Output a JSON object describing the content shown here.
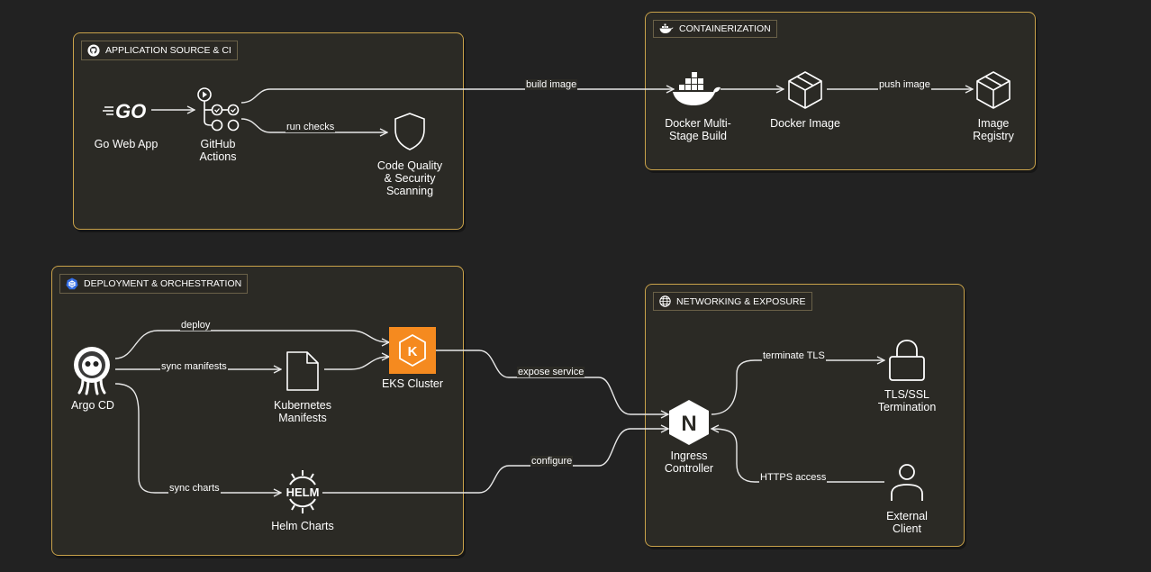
{
  "groups": {
    "app_source": {
      "label": "APPLICATION SOURCE & CI",
      "icon": "github-icon"
    },
    "containerization": {
      "label": "CONTAINERIZATION",
      "icon": "docker-icon"
    },
    "deployment": {
      "label": "DEPLOYMENT & ORCHESTRATION",
      "icon": "kubernetes-icon"
    },
    "networking": {
      "label": "NETWORKING & EXPOSURE",
      "icon": "globe-icon"
    }
  },
  "nodes": {
    "go_app": {
      "label": "Go Web App",
      "logo_text": "GO",
      "icon": "go-logo-icon"
    },
    "github_actions": {
      "label": "GitHub\nActions",
      "icon": "github-actions-icon"
    },
    "code_quality": {
      "label": "Code Quality\n& Security\nScanning",
      "icon": "shield-icon"
    },
    "docker_build": {
      "label": "Docker Multi-\nStage Build",
      "icon": "docker-whale-icon"
    },
    "docker_image": {
      "label": "Docker Image",
      "icon": "cube-icon"
    },
    "image_registry": {
      "label": "Image\nRegistry",
      "icon": "cube-icon"
    },
    "argo_cd": {
      "label": "Argo CD",
      "icon": "argo-octopus-icon"
    },
    "k8s_manifests": {
      "label": "Kubernetes\nManifests",
      "icon": "document-icon"
    },
    "eks": {
      "label": "EKS Cluster",
      "logo_text": "K",
      "icon": "eks-icon"
    },
    "helm": {
      "label": "Helm Charts",
      "logo_text": "HELM",
      "icon": "helm-icon"
    },
    "ingress": {
      "label": "Ingress\nController",
      "logo_text": "N",
      "icon": "nginx-icon"
    },
    "tls": {
      "label": "TLS/SSL\nTermination",
      "icon": "lock-icon"
    },
    "client": {
      "label": "External\nClient",
      "icon": "user-icon"
    }
  },
  "edges": {
    "build_image": "build image",
    "run_checks": "run checks",
    "push_image": "push image",
    "deploy": "deploy",
    "sync_manifests": "sync manifests",
    "sync_charts": "sync charts",
    "expose_service": "expose service",
    "configure": "configure",
    "terminate_tls": "terminate TLS",
    "https_access": "HTTPS access"
  },
  "colors": {
    "background": "#222222",
    "group_border": "#c9a24a",
    "group_fill": "#2b2a25",
    "edge": "#e8e8e8",
    "eks_orange": "#f58a1f",
    "kubernetes_blue": "#326ce5"
  }
}
